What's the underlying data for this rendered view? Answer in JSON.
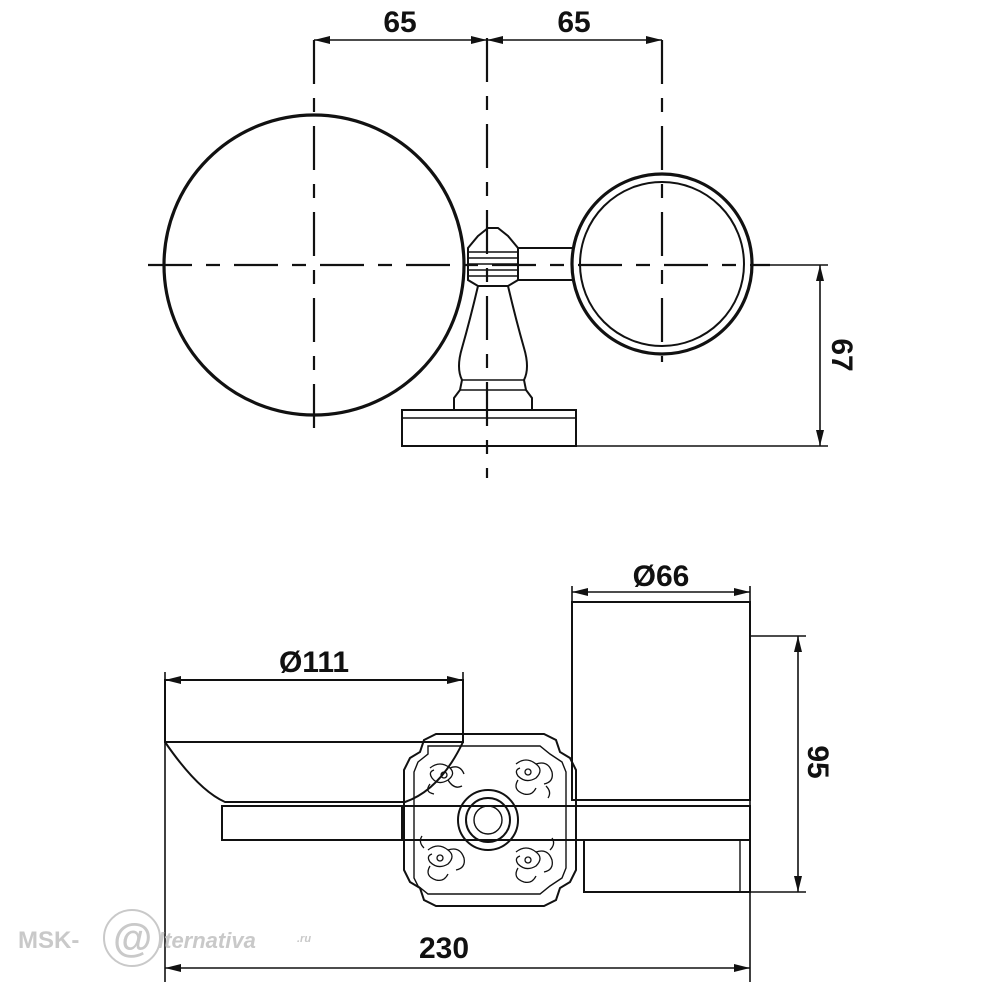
{
  "dimensions": {
    "top_left_offset": "65",
    "top_right_offset": "65",
    "side_height": "67",
    "dish_diameter": "Ø111",
    "cup_diameter": "Ø66",
    "cup_height": "95",
    "total_width": "230"
  },
  "watermark": {
    "prefix": "MSK-",
    "at_symbol": "@",
    "suffix": "lternativa",
    "tld": ".ru"
  },
  "colors": {
    "line": "#111111",
    "background": "#ffffff",
    "watermark": "#c9c9c9"
  }
}
